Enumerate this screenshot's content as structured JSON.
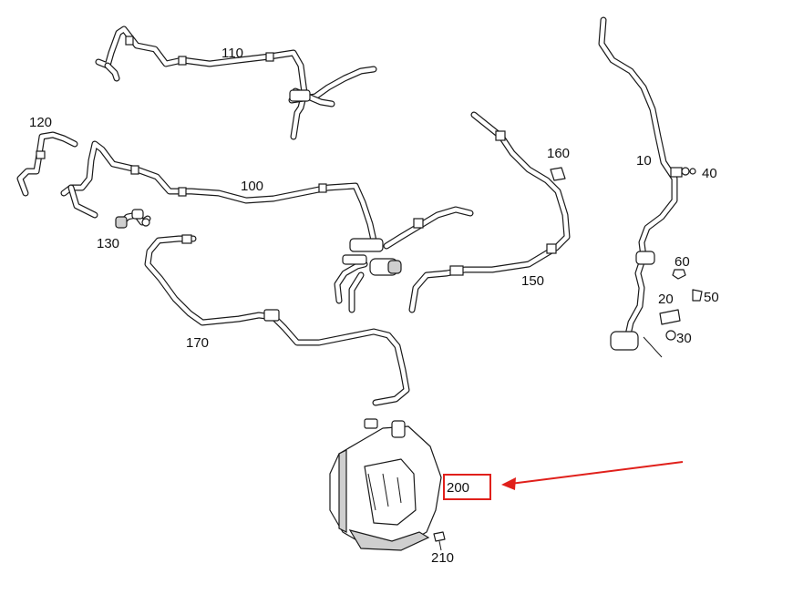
{
  "labels": {
    "p10": "10",
    "p20": "20",
    "p30": "30",
    "p40": "40",
    "p50": "50",
    "p60": "60",
    "p100": "100",
    "p110": "110",
    "p120": "120",
    "p130": "130",
    "p150": "150",
    "p160": "160",
    "p170": "170",
    "p200": "200",
    "p210": "210"
  },
  "highlight": {
    "color": "#e0201b",
    "target_label": "200"
  }
}
